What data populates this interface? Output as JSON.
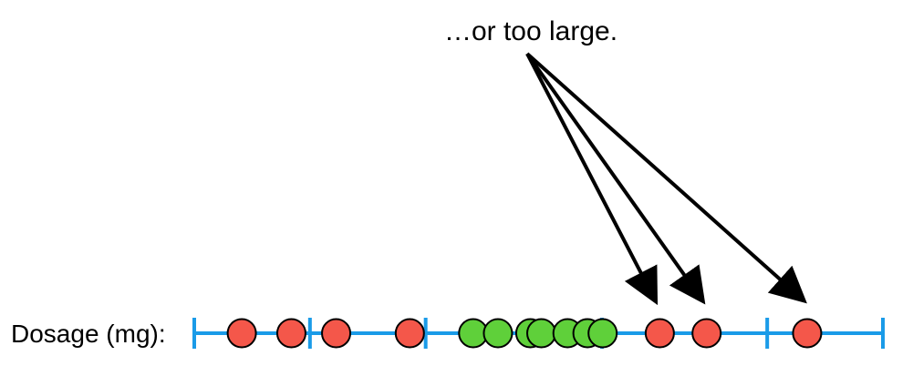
{
  "annotation": "…or too large.",
  "axis_label": "Dosage (mg):",
  "colors": {
    "axis": "#1a9be8",
    "ineffective": "#f4574a",
    "effective": "#5fd03a",
    "outline": "#000000",
    "arrow": "#000000"
  },
  "axis": {
    "min": 0,
    "max": 1,
    "ticks": [
      0,
      0.168,
      0.336,
      0.592,
      0.832,
      1
    ]
  },
  "points": [
    {
      "x": 0.069,
      "group": "ineffective"
    },
    {
      "x": 0.141,
      "group": "ineffective"
    },
    {
      "x": 0.206,
      "group": "ineffective"
    },
    {
      "x": 0.313,
      "group": "ineffective"
    },
    {
      "x": 0.405,
      "group": "effective"
    },
    {
      "x": 0.441,
      "group": "effective"
    },
    {
      "x": 0.488,
      "group": "effective"
    },
    {
      "x": 0.504,
      "group": "effective"
    },
    {
      "x": 0.542,
      "group": "effective"
    },
    {
      "x": 0.571,
      "group": "effective"
    },
    {
      "x": 0.593,
      "group": "effective"
    },
    {
      "x": 0.676,
      "group": "ineffective"
    },
    {
      "x": 0.744,
      "group": "ineffective"
    },
    {
      "x": 0.89,
      "group": "ineffective"
    }
  ],
  "arrow_targets": [
    0.676,
    0.744,
    0.89
  ]
}
